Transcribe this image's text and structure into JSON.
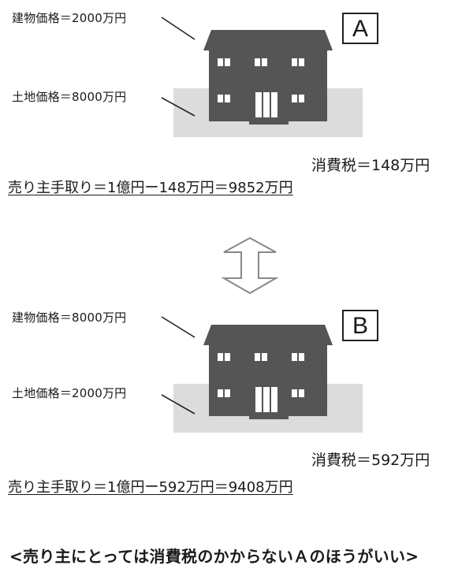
{
  "scenario_a": {
    "tag": "A",
    "building_price": "建物価格＝2000万円",
    "land_price": "土地価格＝8000万円",
    "consumption_tax": "消費税＝148万円",
    "seller_proceeds": "売り主手取り＝1億円ー148万円＝9852万円"
  },
  "scenario_b": {
    "tag": "B",
    "building_price": "建物価格＝8000万円",
    "land_price": "土地価格＝2000万円",
    "consumption_tax": "消費税＝592万円",
    "seller_proceeds": "売り主手取り＝1億円ー592万円＝9408万円"
  },
  "conclusion": "<売り主にとっては消費税のかからないＡのほうがいい>",
  "colors": {
    "house": "#555555",
    "land": "#dcdcdc",
    "window": "#ffffff",
    "text": "#1a1a1a"
  },
  "icons": {
    "house": "house-icon",
    "arrow": "double-arrow-icon"
  }
}
